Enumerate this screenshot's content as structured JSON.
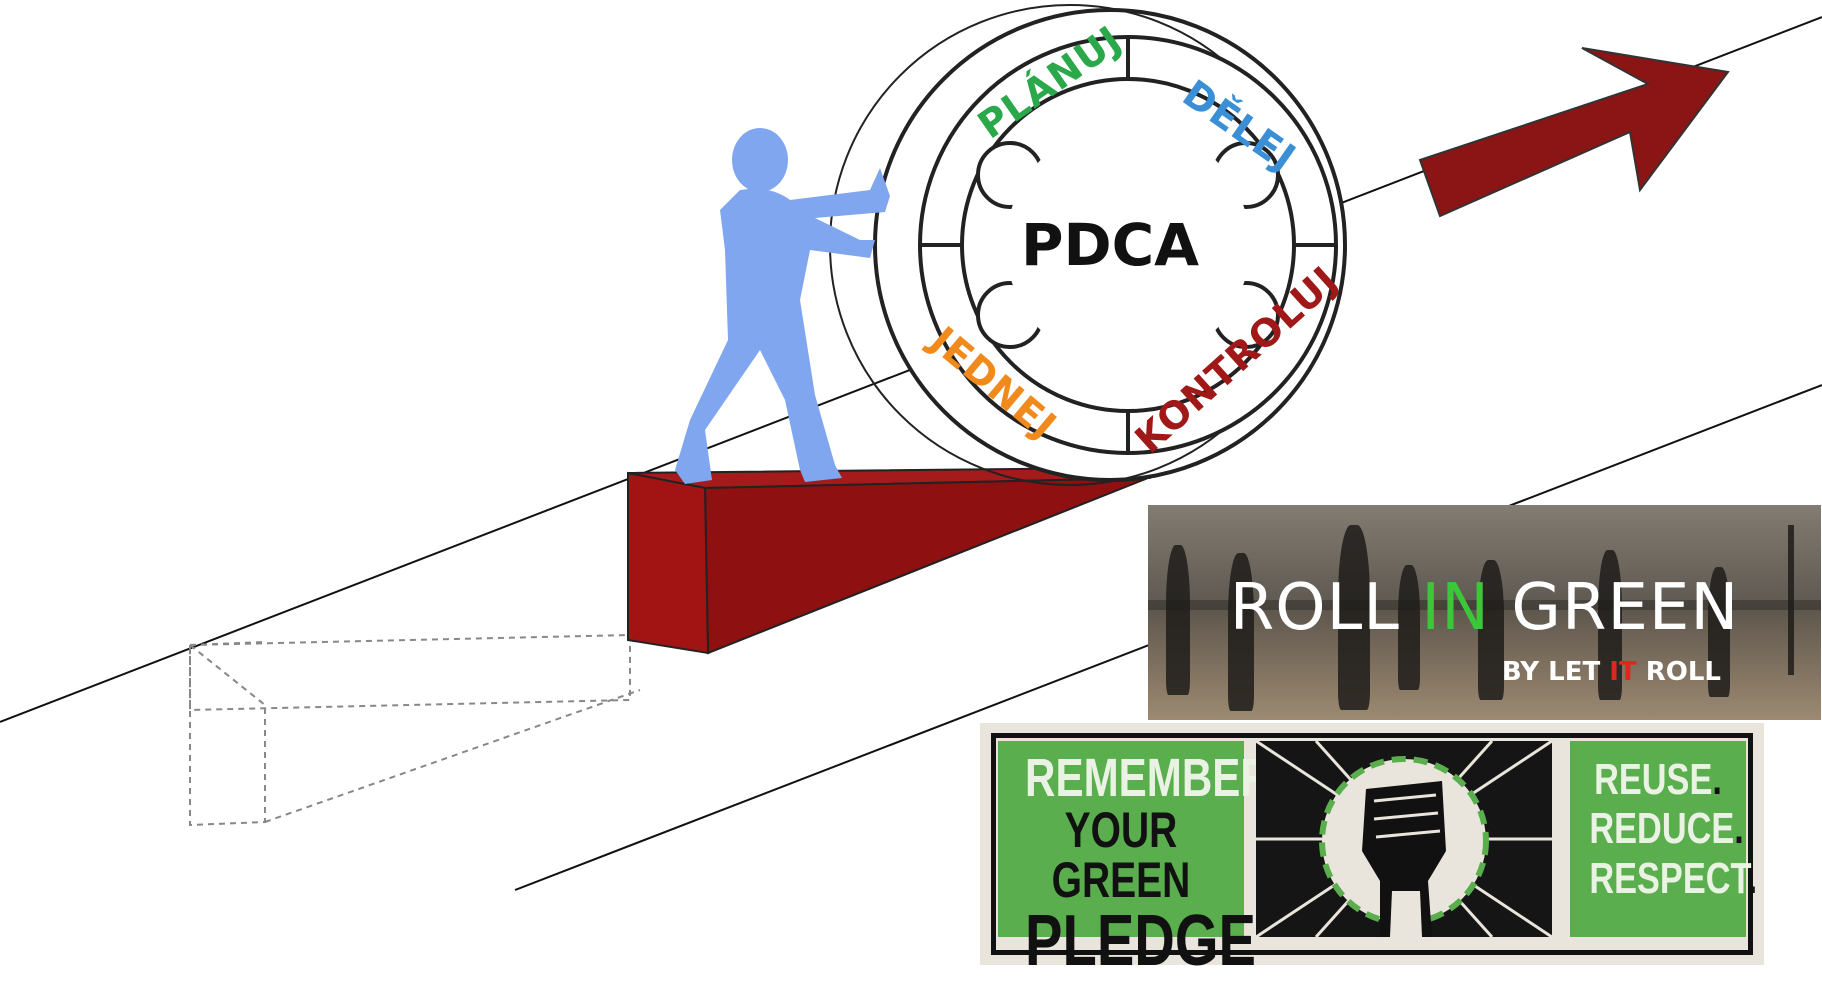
{
  "pdca": {
    "center": "PDCA",
    "segments": {
      "plan": "PLÁNUJ",
      "do": "DĚLEJ",
      "check": "KONTROLUJ",
      "act": "JEDNEJ"
    },
    "colors": {
      "plan": "#2aa84a",
      "do": "#3b8fd6",
      "check": "#a01818",
      "act": "#f08a1c",
      "figure": "#7fa6ee",
      "wedge": "#9a1212",
      "arrow": "#8b1515"
    }
  },
  "roll_banner": {
    "word1": "ROLL ",
    "word2": "IN",
    "word3": " GREEN",
    "sub1": "BY LET ",
    "sub2": "IT",
    "sub3": " ROLL",
    "colors": {
      "accent": "#3cc63a",
      "it": "#e0261f"
    }
  },
  "pledge_banner": {
    "left_line1": "REMEMBER",
    "left_line2": "YOUR GREEN",
    "left_line3": "PLEDGE",
    "right_line1": "REUSE",
    "right_line2": "REDUCE",
    "right_line3": "RESPECT",
    "period": ".",
    "colors": {
      "panel": "#5aae4e",
      "dark": "#151515"
    }
  }
}
